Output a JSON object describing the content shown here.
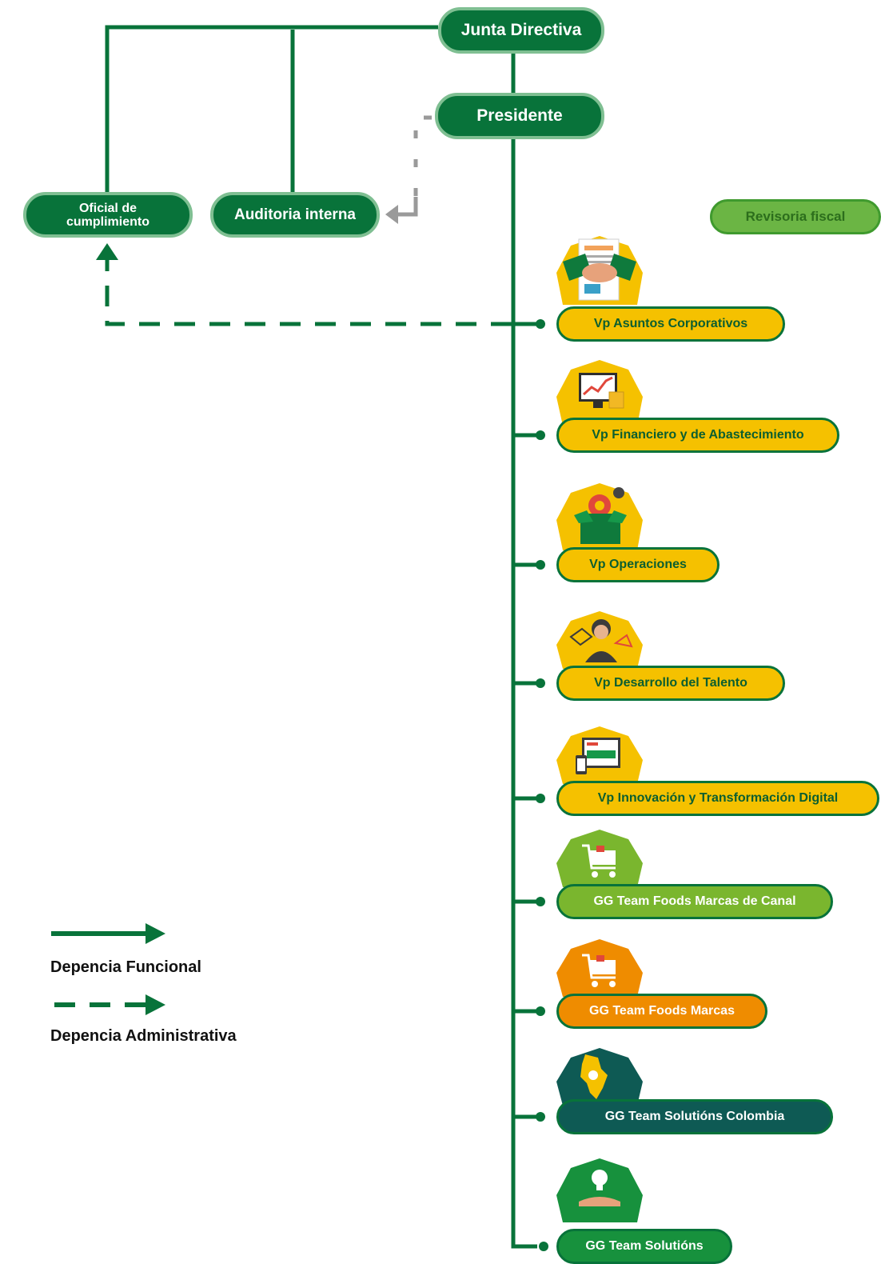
{
  "board": "Junta Directiva",
  "president": "Presidente",
  "compliance": "Oficial de\ncumplimiento",
  "audit": "Auditoria interna",
  "fiscal": "Revisoria fiscal",
  "units": [
    {
      "label": "Vp Asuntos Corporativos",
      "icon": "handshake-contract-icon",
      "badge_color": "#f5c100",
      "fill": "#f5c100",
      "text": "#0b5e30"
    },
    {
      "label": "Vp Financiero y de Abastecimiento",
      "icon": "finance-monitor-icon",
      "badge_color": "#f5c100",
      "fill": "#f5c100",
      "text": "#0b5e30"
    },
    {
      "label": "Vp Operaciones",
      "icon": "gear-box-icon",
      "badge_color": "#f5c100",
      "fill": "#f5c100",
      "text": "#0b5e30"
    },
    {
      "label": "Vp Desarrollo del Talento",
      "icon": "person-network-icon",
      "badge_color": "#f5c100",
      "fill": "#f5c100",
      "text": "#0b5e30"
    },
    {
      "label": "Vp Innovación y Transformación Digital",
      "icon": "devices-icon",
      "badge_color": "#f5c100",
      "fill": "#f5c100",
      "text": "#0b5e30"
    },
    {
      "label": "GG Team Foods Marcas de Canal",
      "icon": "shopping-cart-icon",
      "badge_color": "#7ab62e",
      "fill": "#7ab62e",
      "text": "#ffffff"
    },
    {
      "label": "GG Team Foods Marcas",
      "icon": "shopping-cart-icon",
      "badge_color": "#ef8c00",
      "fill": "#ef8c00",
      "text": "#ffffff"
    },
    {
      "label": "GG Team Solutións Colombia",
      "icon": "colombia-map-icon",
      "badge_color": "#0e5a54",
      "fill": "#0e5a54",
      "text": "#ffffff"
    },
    {
      "label": "GG Team Solutións",
      "icon": "lightbulb-hand-icon",
      "badge_color": "#17913d",
      "fill": "#17913d",
      "text": "#ffffff"
    }
  ],
  "legend": {
    "functional": "Depencia Funcional",
    "administrative": "Depencia Administrativa"
  },
  "colors": {
    "primary_green": "#08733a",
    "pill_border": "#7fbf92",
    "dashed_gray": "#9a9a9a",
    "fiscal_green": "#6bb544"
  }
}
